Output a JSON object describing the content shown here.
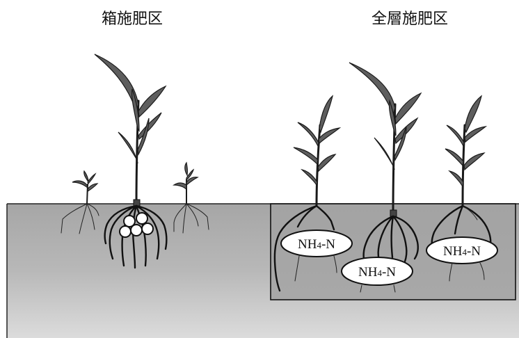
{
  "titles": {
    "left": "箱施肥区",
    "right": "全層施肥区"
  },
  "ammonium": {
    "main": "NH",
    "sub": "4",
    "tail": "-N"
  },
  "colors": {
    "soil": "#a9a9a9",
    "field_box": "#a8a8a8",
    "leaf": "#5e5e5e",
    "outline": "#1a1a1a",
    "fertilizer_granule": "#ffffff"
  }
}
